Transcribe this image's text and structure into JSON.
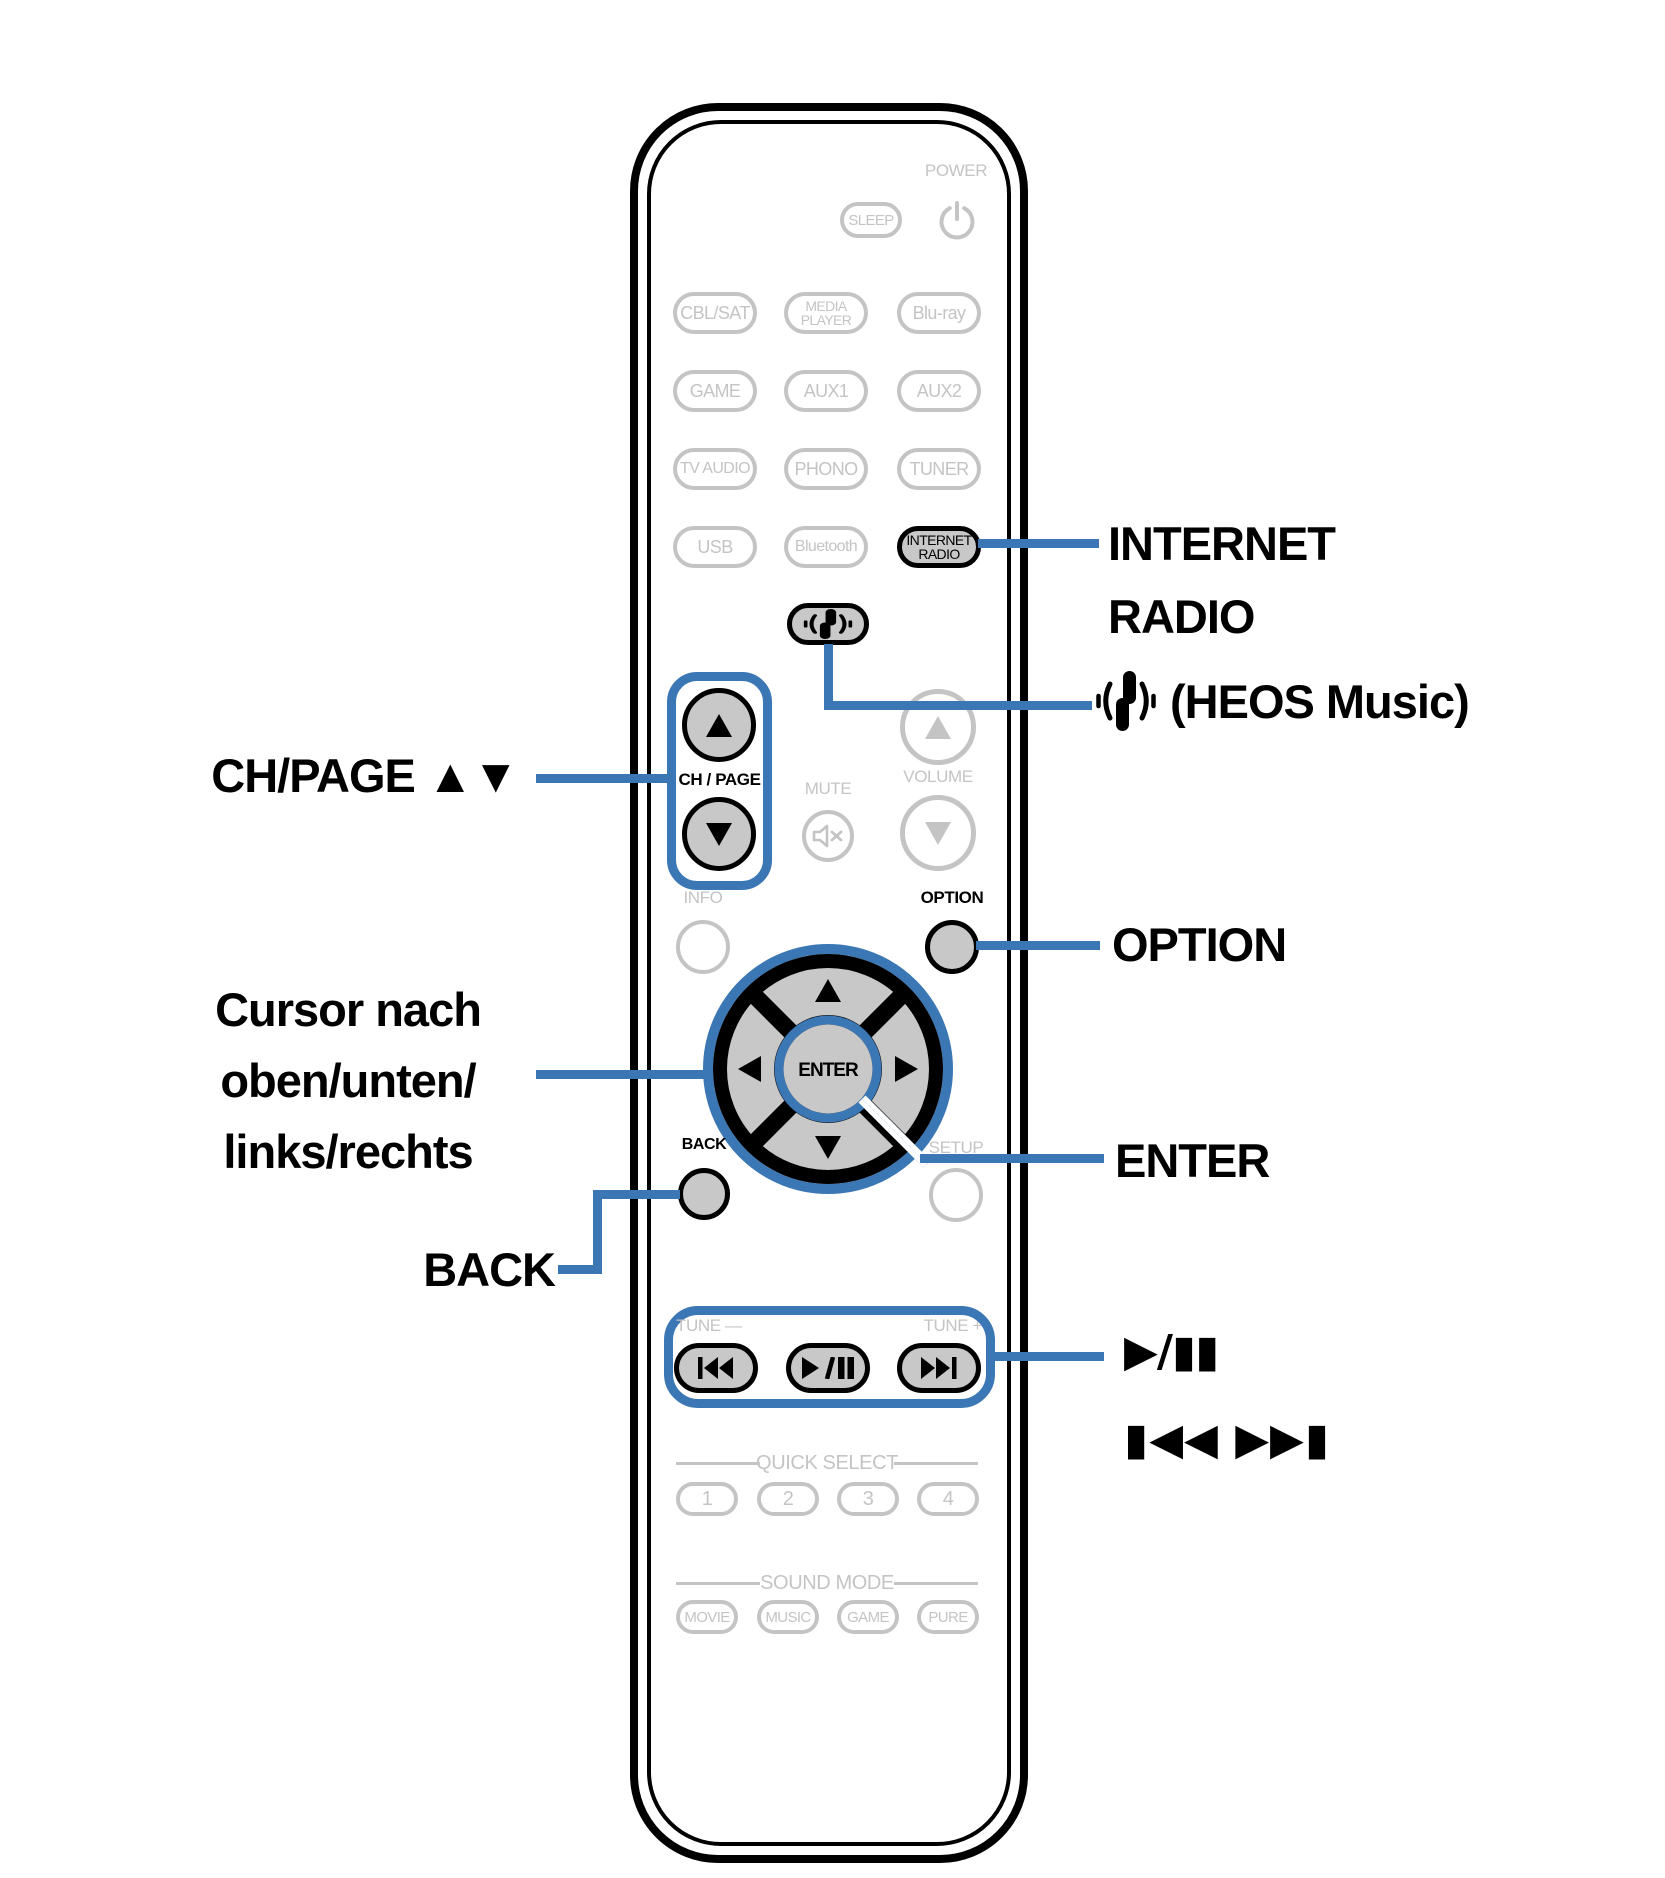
{
  "page": {
    "background": "#ffffff",
    "accent_blue": "#3c77b5",
    "inactive_gray": "#c4c4c4",
    "active_button_fill": "#c8c8c8"
  },
  "remote": {
    "power_label": "POWER",
    "sleep_label": "SLEEP",
    "source_rows": [
      [
        {
          "l1": "CBL/SAT"
        },
        {
          "l1": "MEDIA",
          "l2": "PLAYER"
        },
        {
          "l1": "Blu-ray"
        }
      ],
      [
        {
          "l1": "GAME"
        },
        {
          "l1": "AUX1"
        },
        {
          "l1": "AUX2"
        }
      ],
      [
        {
          "l1": "TV AUDIO"
        },
        {
          "l1": "PHONO"
        },
        {
          "l1": "TUNER"
        }
      ],
      [
        {
          "l1": "USB"
        },
        {
          "l1": "Bluetooth"
        },
        {
          "l1": "INTERNET",
          "l2": "RADIO"
        }
      ]
    ],
    "heos_button_icon": "heos-music-icon",
    "ch_page_label": "CH / PAGE",
    "mute_label": "MUTE",
    "volume_label": "VOLUME",
    "info_label": "INFO",
    "option_label": "OPTION",
    "enter_label": "ENTER",
    "back_label": "BACK",
    "setup_label": "SETUP",
    "tune_minus_label": "TUNE —",
    "tune_plus_label": "TUNE +",
    "quick_select_title": "QUICK SELECT",
    "quick_select_numbers": [
      "1",
      "2",
      "3",
      "4"
    ],
    "sound_mode_title": "SOUND MODE",
    "sound_mode_buttons": [
      "MOVIE",
      "MUSIC",
      "GAME",
      "PURE"
    ]
  },
  "callouts": {
    "internet_radio_line1": "INTERNET",
    "internet_radio_line2": "RADIO",
    "heos_music": "(HEOS Music)",
    "ch_page": "CH/PAGE ▲▼",
    "option": "OPTION",
    "cursor_line1": "Cursor nach",
    "cursor_line2": "oben/unten/",
    "cursor_line3": "links/rechts",
    "enter": "ENTER",
    "back": "BACK",
    "play_pause": "▶/▮▮",
    "skip_back_forward": "▮◀◀ ▶▶▮"
  }
}
